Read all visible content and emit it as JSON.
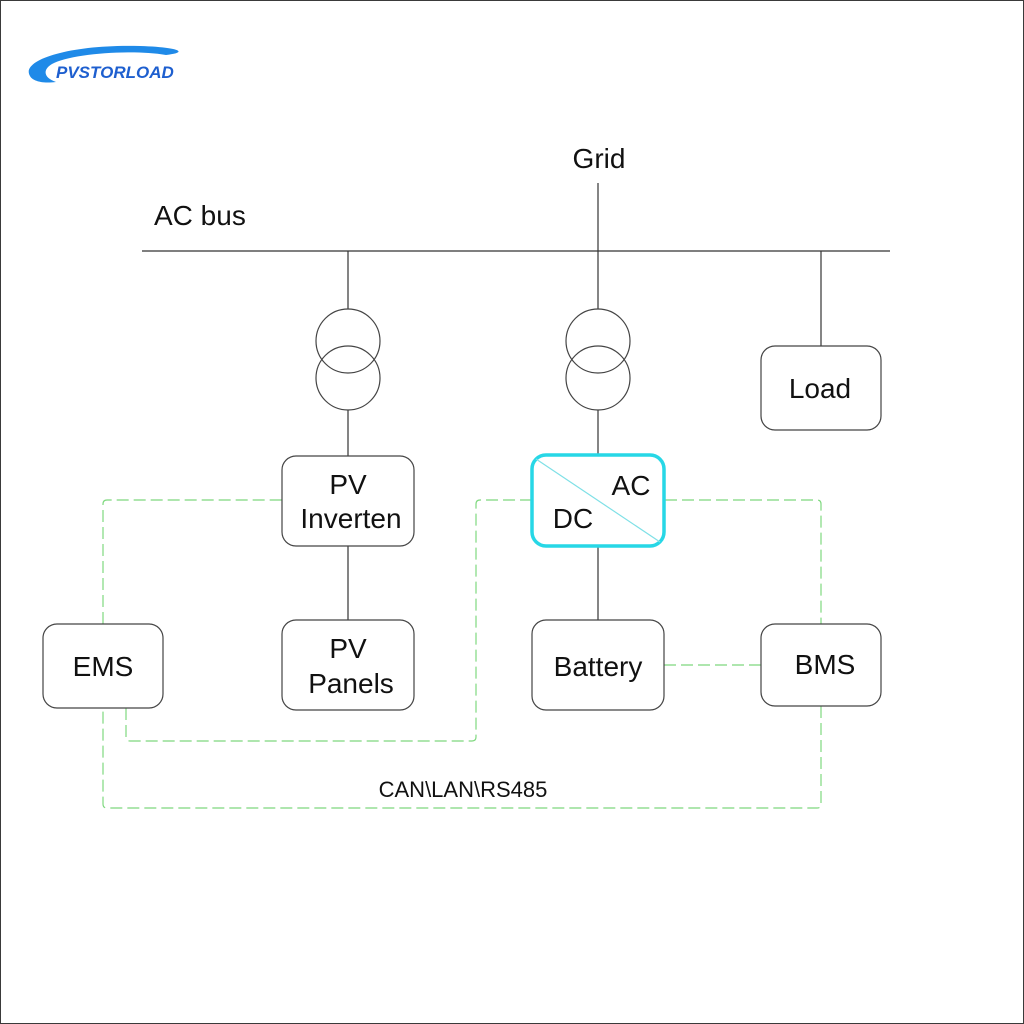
{
  "logo": {
    "text": "PVSTORLOAD",
    "color": "#1e5fcf",
    "swoosh_color": "#1f8ae8"
  },
  "diagram": {
    "bus_label": "AC bus",
    "grid_label": "Grid",
    "comm_label": "CAN\\LAN\\RS485",
    "colors": {
      "line": "#333333",
      "comm_line": "#7ed87e",
      "converter_border": "#27d7e6",
      "converter_diagonal": "#7fe0e6"
    },
    "nodes": {
      "pv_inverter": {
        "line1": "PV",
        "line2": "Inverten"
      },
      "converter": {
        "ac": "AC",
        "dc": "DC"
      },
      "load": {
        "label": "Load"
      },
      "ems": {
        "label": "EMS"
      },
      "pv_panels": {
        "line1": "PV",
        "line2": "Panels"
      },
      "battery": {
        "label": "Battery"
      },
      "bms": {
        "label": "BMS"
      }
    },
    "transformers": [
      "pv-transformer",
      "storage-transformer"
    ]
  }
}
